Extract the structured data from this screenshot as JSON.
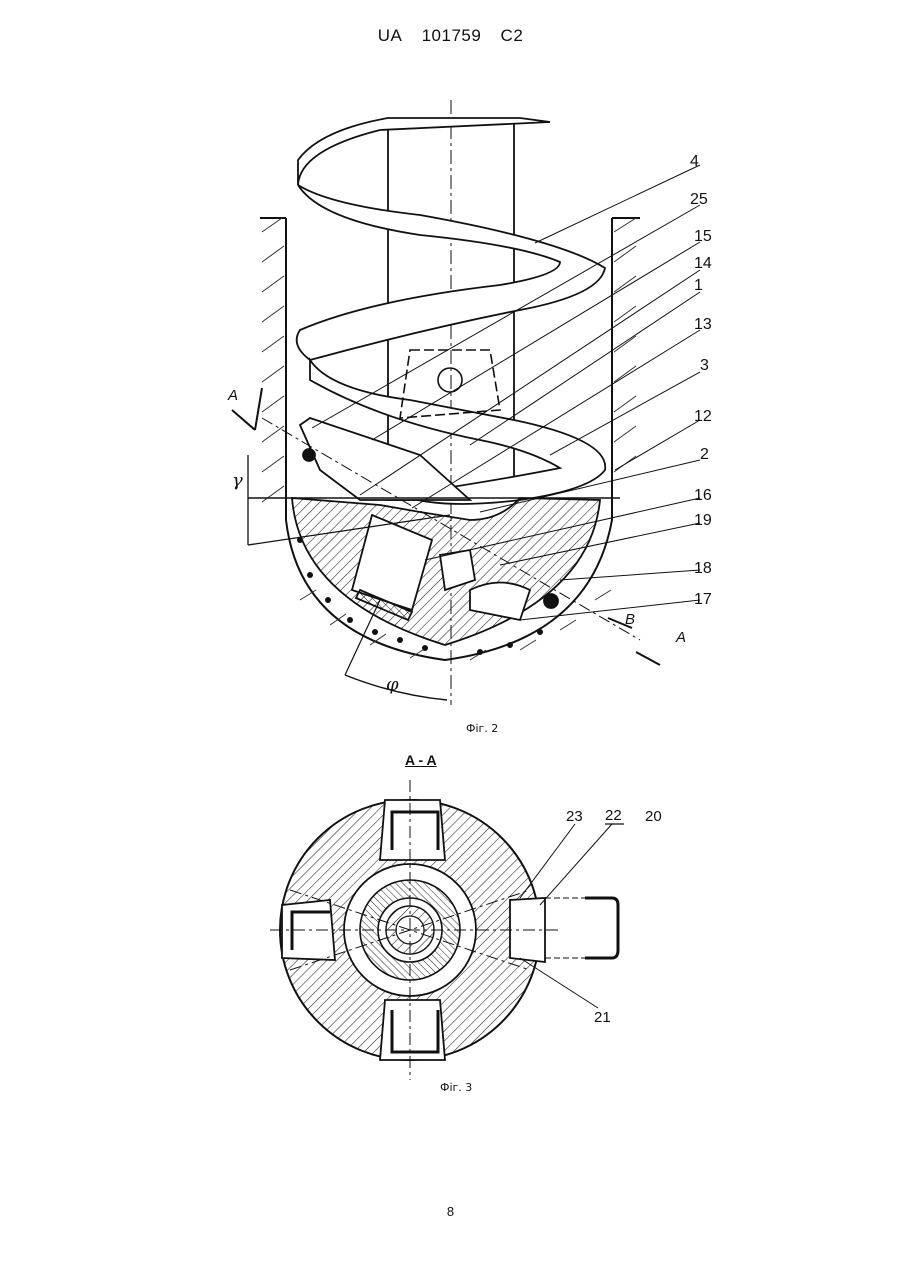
{
  "header": {
    "country": "UA",
    "number": "101759",
    "kind": "C2"
  },
  "figure2": {
    "caption": "Фіг. 2",
    "callouts": [
      "4",
      "25",
      "15",
      "14",
      "1",
      "13",
      "3",
      "12",
      "2",
      "16",
      "19",
      "18",
      "17"
    ],
    "section_marks": {
      "left_a": "A",
      "right_b": "B",
      "right_a": "A"
    },
    "angles": {
      "alpha": "γ",
      "phi": "φ"
    }
  },
  "figure3": {
    "section_title": "A - A",
    "caption": "Фіг. 3",
    "callouts": [
      "23",
      "22",
      "20",
      "21"
    ]
  },
  "page_number": "8"
}
